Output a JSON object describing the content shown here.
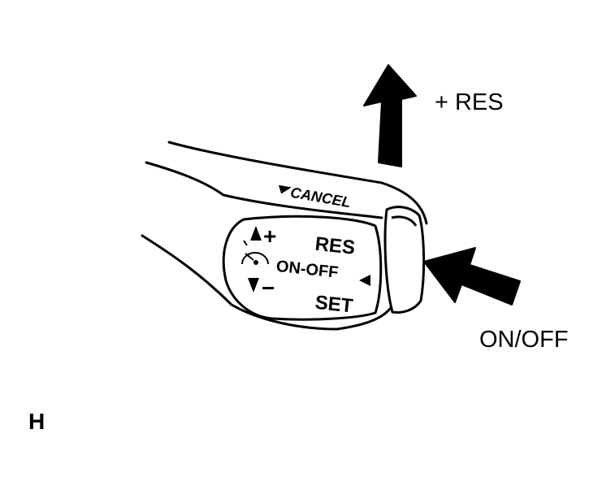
{
  "callouts": {
    "res_plus": "+ RES",
    "on_off": "ON/OFF"
  },
  "lever": {
    "cancel_label": "CANCEL",
    "res_label": "RES",
    "on_off_label": "ON-OFF",
    "set_label": "SET",
    "plus_sign": "+",
    "minus_sign": "−"
  },
  "corner_letter": "H"
}
